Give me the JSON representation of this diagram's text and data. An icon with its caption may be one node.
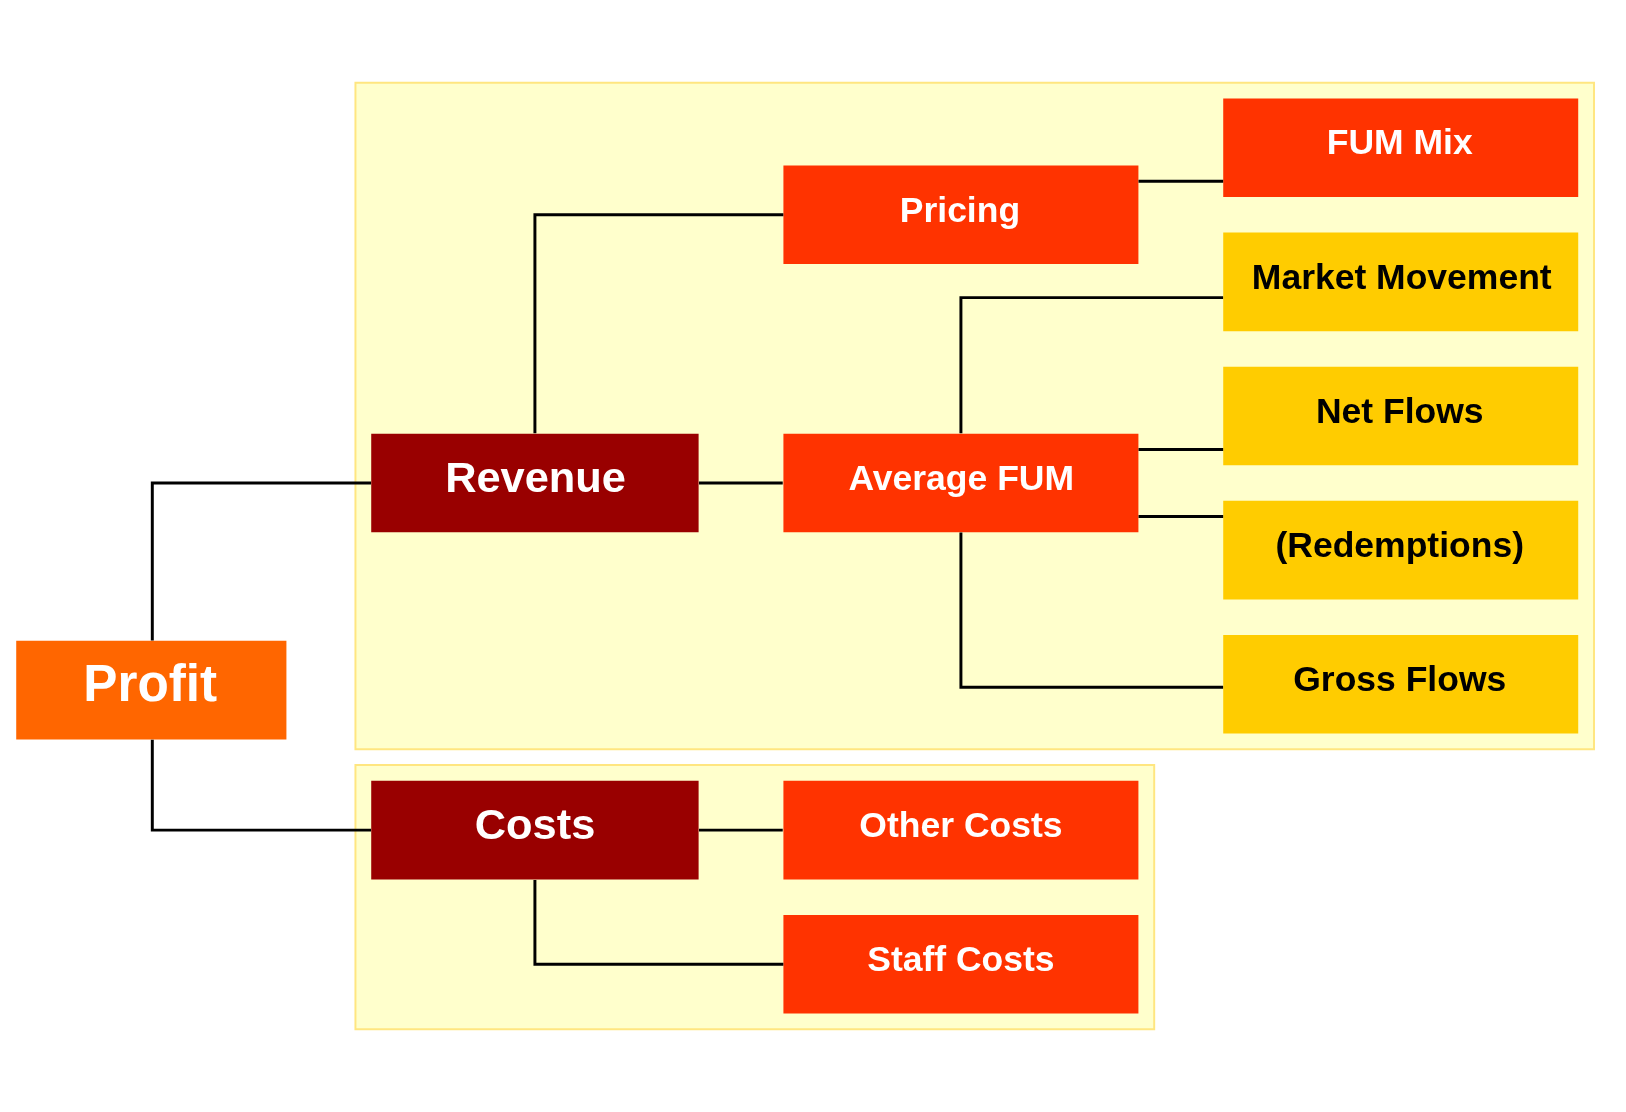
{
  "diagram": {
    "nodes": [
      {
        "text": [
          "Profit"
        ]
      },
      {
        "text": [],
        "shape": "box"
      },
      {
        "text": [
          "Revenue"
        ],
        "in": 1
      },
      {
        "text": [
          "Average FUM"
        ],
        "in": 1
      },
      {
        "text": [
          "Pricing"
        ],
        "in": 1
      },
      {
        "text": [
          "Gross Flows"
        ],
        "in": 1
      },
      {
        "text": [
          "(Redemptions)"
        ],
        "in": 1
      },
      {
        "text": [
          "Net Flows"
        ],
        "in": 1
      },
      {
        "text": [
          "Market Movement"
        ],
        "in": 1
      },
      {
        "text": [
          "FUM Mix"
        ],
        "in": 1
      },
      {
        "text": [],
        "shape": "box"
      },
      {
        "text": [
          "Costs"
        ],
        "in": 10
      },
      {
        "text": [
          "Staff Costs"
        ],
        "in": 10
      },
      {
        "text": [
          "Other Costs"
        ],
        "in": 10
      }
    ],
    "edges": [
      {
        "from": 0,
        "to": 2,
        "arrow": "none"
      },
      {
        "from": 0,
        "to": 11,
        "arrow": "none"
      },
      {
        "from": 2,
        "to": 3,
        "arrow": "none"
      },
      {
        "from": 2,
        "to": 4,
        "arrow": "none"
      },
      {
        "from": 3,
        "to": 5,
        "arrow": "none"
      },
      {
        "from": 3,
        "to": 6,
        "arrow": "none"
      },
      {
        "from": 3,
        "to": 7,
        "arrow": "none"
      },
      {
        "from": 3,
        "to": 8,
        "arrow": "none"
      },
      {
        "from": 4,
        "to": 9,
        "arrow": "none"
      },
      {
        "from": 11,
        "to": 12,
        "arrow": "none"
      },
      {
        "from": 11,
        "to": 13,
        "arrow": "none"
      }
    ]
  }
}
